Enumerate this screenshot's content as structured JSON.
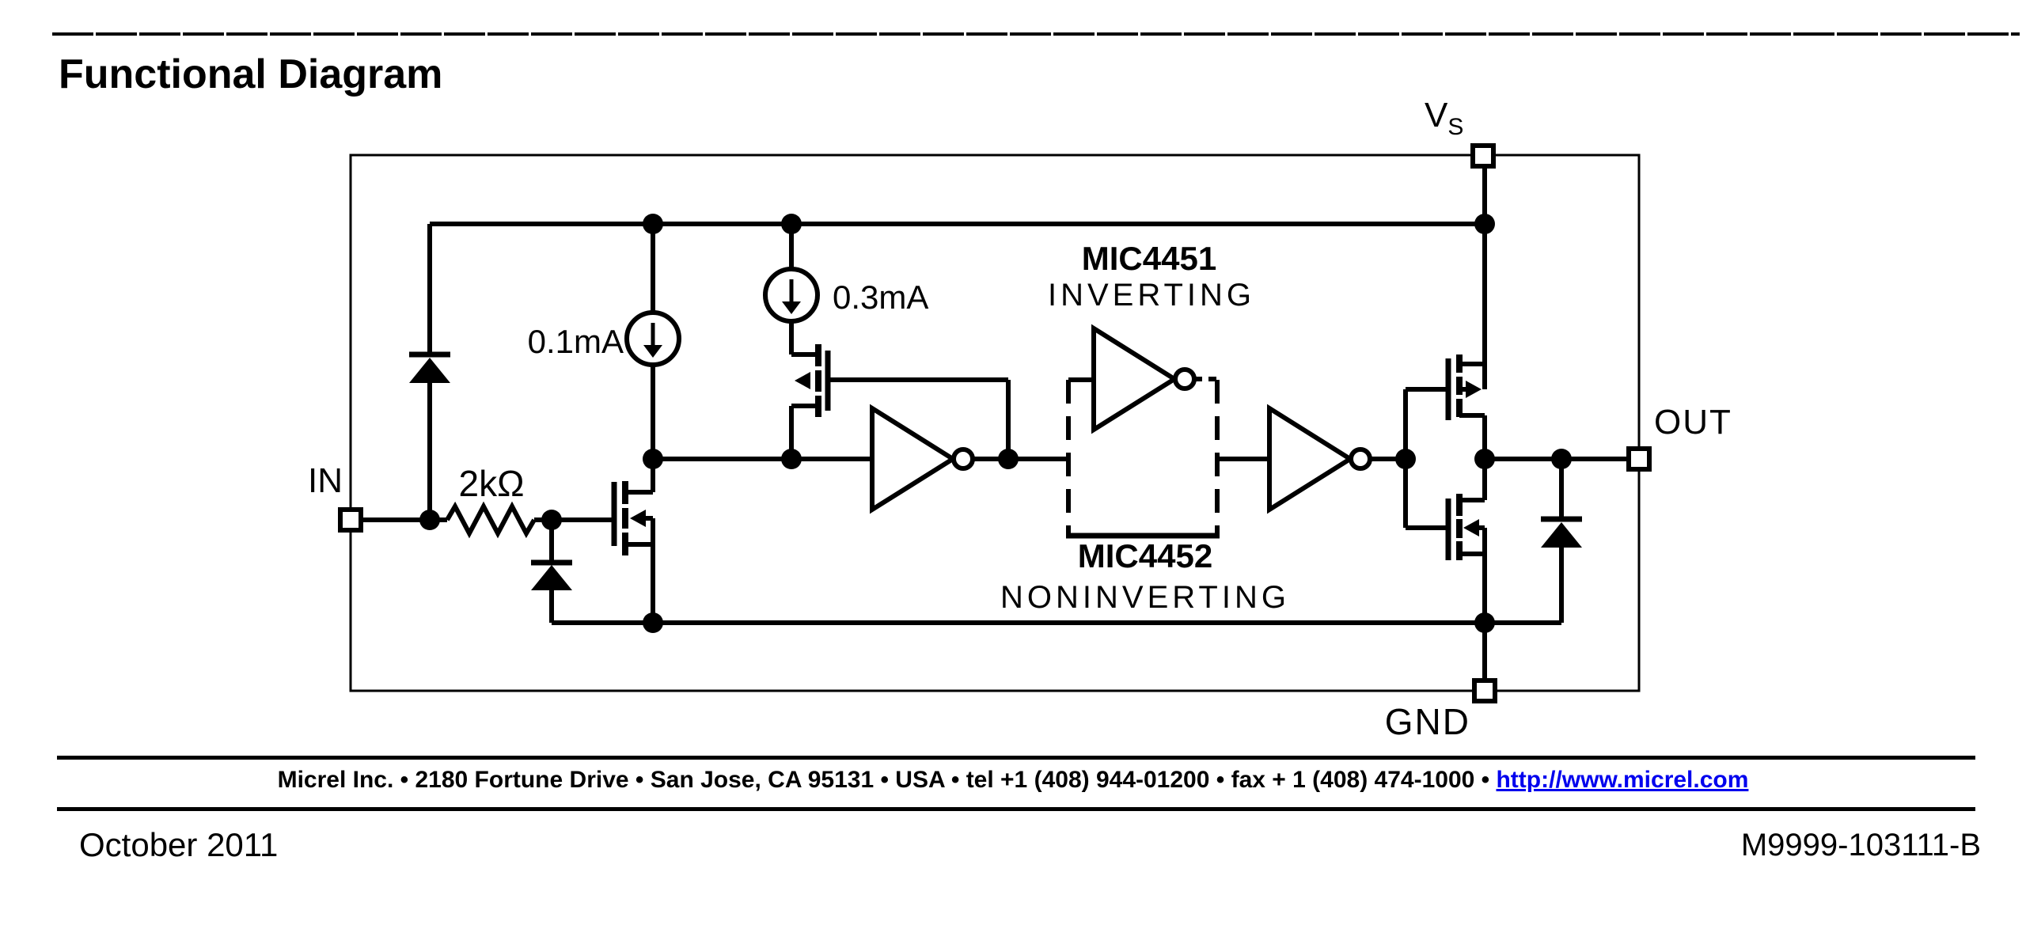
{
  "page": {
    "title": "Functional Diagram",
    "date": "October 2011",
    "doc_number": "M9999-103111-B"
  },
  "footer": {
    "company_line": "Micrel Inc. • 2180 Fortune Drive • San Jose, CA 95131 • USA • tel +1 (408) 944-01200 • fax + 1 (408) 474-1000 • ",
    "link": "http://www.micrel.com",
    "link_color": "#0000EE"
  },
  "diagram": {
    "labels": {
      "in": "IN",
      "out": "OUT",
      "gnd": "GND",
      "vs_main": "V",
      "vs_sub": "S",
      "resistor": "2kΩ",
      "cs1_label": "0.1mA",
      "cs2_label": "0.3mA",
      "part1_name": "MIC4451",
      "part1_mode": "INVERTING",
      "part2_name": "MIC4452",
      "part2_mode": "NONINVERTING"
    },
    "colors": {
      "line": "#000000",
      "background": "#FFFFFF"
    }
  }
}
